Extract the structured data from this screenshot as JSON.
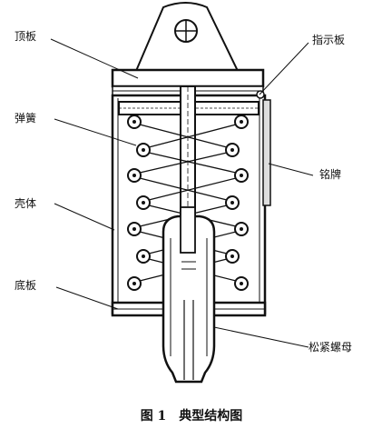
{
  "diagram": {
    "labels": {
      "top_plate": "顶板",
      "indicator_plate": "指示板",
      "spring": "弹簧",
      "nameplate": "铭牌",
      "shell": "壳体",
      "bottom_plate": "底板",
      "turnbuckle": "松紧螺母"
    },
    "caption": "图 1　典型结构图"
  }
}
